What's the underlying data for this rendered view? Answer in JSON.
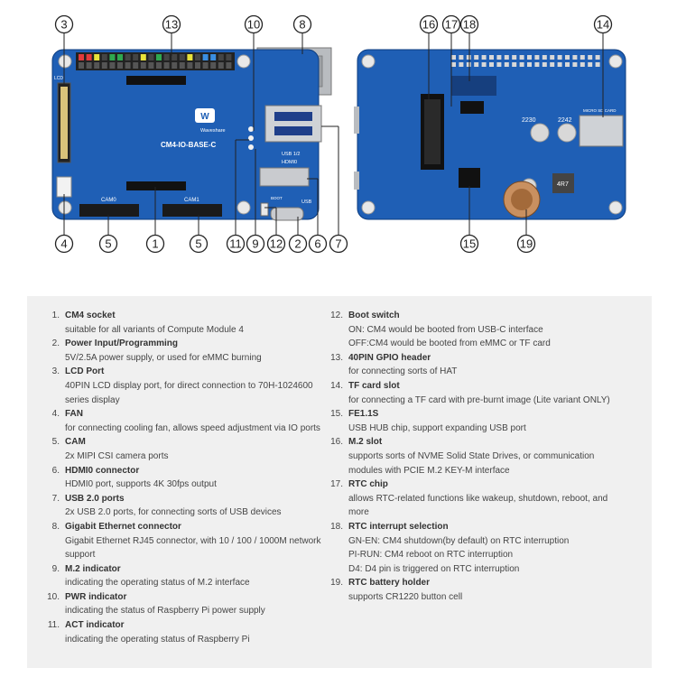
{
  "callouts": [
    "3",
    "13",
    "10",
    "8",
    "16",
    "17",
    "18",
    "14",
    "4",
    "5",
    "1",
    "5",
    "11",
    "9",
    "12",
    "2",
    "6",
    "7",
    "15",
    "19"
  ],
  "board_silk": {
    "brand": "Waveshare",
    "model": "CM4-IO-BASE-C",
    "cam0": "CAM0",
    "cam1": "CAM1",
    "usb12": "USB 1/2",
    "hdmi0": "HDMI0",
    "usb": "USB",
    "boot": "BOOT",
    "lcd": "LCD",
    "sd": "MICRO SD CARD",
    "m2_2230": "2230",
    "m2_2242": "2242",
    "ind": "4R7"
  },
  "legend_left": [
    {
      "n": "1.",
      "title": "CM4 socket",
      "desc": [
        "suitable for all variants of Compute Module 4"
      ]
    },
    {
      "n": "2.",
      "title": "Power Input/Programming",
      "desc": [
        "5V/2.5A power supply, or used for eMMC burning"
      ]
    },
    {
      "n": "3.",
      "title": "LCD Port",
      "desc": [
        "40PIN LCD display port, for direct connection to 70H-1024600",
        "series display"
      ]
    },
    {
      "n": "4.",
      "title": "FAN",
      "desc": [
        "for connecting cooling fan, allows speed adjustment via IO ports"
      ]
    },
    {
      "n": "5.",
      "title": "CAM",
      "desc": [
        "2x MIPI CSI camera ports"
      ]
    },
    {
      "n": "6.",
      "title": "HDMI0 connector",
      "desc": [
        "HDMI0 port, supports 4K 30fps output"
      ]
    },
    {
      "n": "7.",
      "title": "USB 2.0 ports",
      "desc": [
        "2x USB 2.0 ports, for connecting sorts of USB devices"
      ]
    },
    {
      "n": "8.",
      "title": "Gigabit Ethernet connector",
      "desc": [
        "Gigabit Ethernet RJ45 connector, with 10 / 100 / 1000M network",
        "support"
      ]
    },
    {
      "n": "9.",
      "title": "M.2 indicator",
      "desc": [
        "indicating the operating status of M.2 interface"
      ]
    },
    {
      "n": "10.",
      "title": "PWR indicator",
      "desc": [
        "indicating the status of Raspberry Pi power supply"
      ]
    },
    {
      "n": "11.",
      "title": "ACT indicator",
      "desc": [
        "indicating the operating status of Raspberry Pi"
      ]
    }
  ],
  "legend_right": [
    {
      "n": "12.",
      "title": "Boot switch",
      "desc": [
        "ON: CM4 would be booted from USB-C interface",
        "OFF:CM4 would be booted from eMMC or TF card"
      ]
    },
    {
      "n": "13.",
      "title": "40PIN GPIO header",
      "desc": [
        "for connecting sorts of HAT"
      ]
    },
    {
      "n": "14.",
      "title": "TF card slot",
      "desc": [
        "for connecting a TF card with pre-burnt image (Lite variant ONLY)"
      ]
    },
    {
      "n": "15.",
      "title": "FE1.1S",
      "desc": [
        "USB HUB chip, support expanding USB port"
      ]
    },
    {
      "n": "16.",
      "title": "M.2 slot",
      "desc": [
        "supports sorts of NVME Solid State Drives, or communication",
        "modules with PCIE M.2 KEY-M interface"
      ]
    },
    {
      "n": "17.",
      "title": "RTC chip",
      "desc": [
        "allows RTC-related functions like wakeup, shutdown, reboot, and",
        "more"
      ]
    },
    {
      "n": "18.",
      "title": "RTC interrupt selection",
      "desc": [
        "GN-EN: CM4 shutdown(by default) on RTC interruption",
        "PI-RUN: CM4 reboot on RTC interruption",
        "D4: D4 pin is triggered on RTC interruption"
      ]
    },
    {
      "n": "19.",
      "title": "RTC battery holder",
      "desc": [
        "supports CR1220 button cell"
      ]
    }
  ]
}
